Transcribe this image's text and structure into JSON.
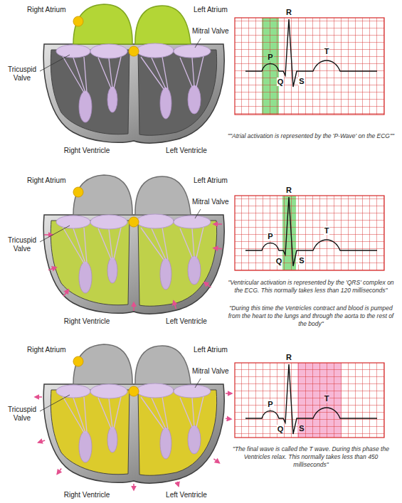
{
  "diagram": {
    "labels": [
      "Right Atrium",
      "Left Atrium",
      "Tricuspid Valve",
      "Mitral Valve",
      "Right Ventricle",
      "Left Ventricle",
      "R",
      "P",
      "T",
      "Q",
      "S",
      "\"\"Atrial activation is represented by the 'P-Wave' on the ECG\"\"",
      "Right Atrium",
      "Left Atrium",
      "Tricuspid Valve",
      "Mitral Valve",
      "Right Ventricle",
      "Left Ventricle",
      "R",
      "P",
      "T",
      "Q",
      "S",
      "\"Ventricular activation is represented by the 'QRS' complex on the ECG. This normally takes less than 120 milliseconds\"",
      "\"During this time the Ventricles contract and blood is pumped from the heart to the lungs and through the aorta to the rest of the body\"",
      "Right Atrium",
      "Left Atrium",
      "Tricuspid Valve",
      "Mitral Valve",
      "Right Ventricle",
      "Left Ventricle",
      "R",
      "P",
      "T",
      "Q",
      "S",
      "\"The final wave is called the T wave. During this phase the Ventricles relax. This normally takes less than 450 milliseconds\""
    ]
  }
}
